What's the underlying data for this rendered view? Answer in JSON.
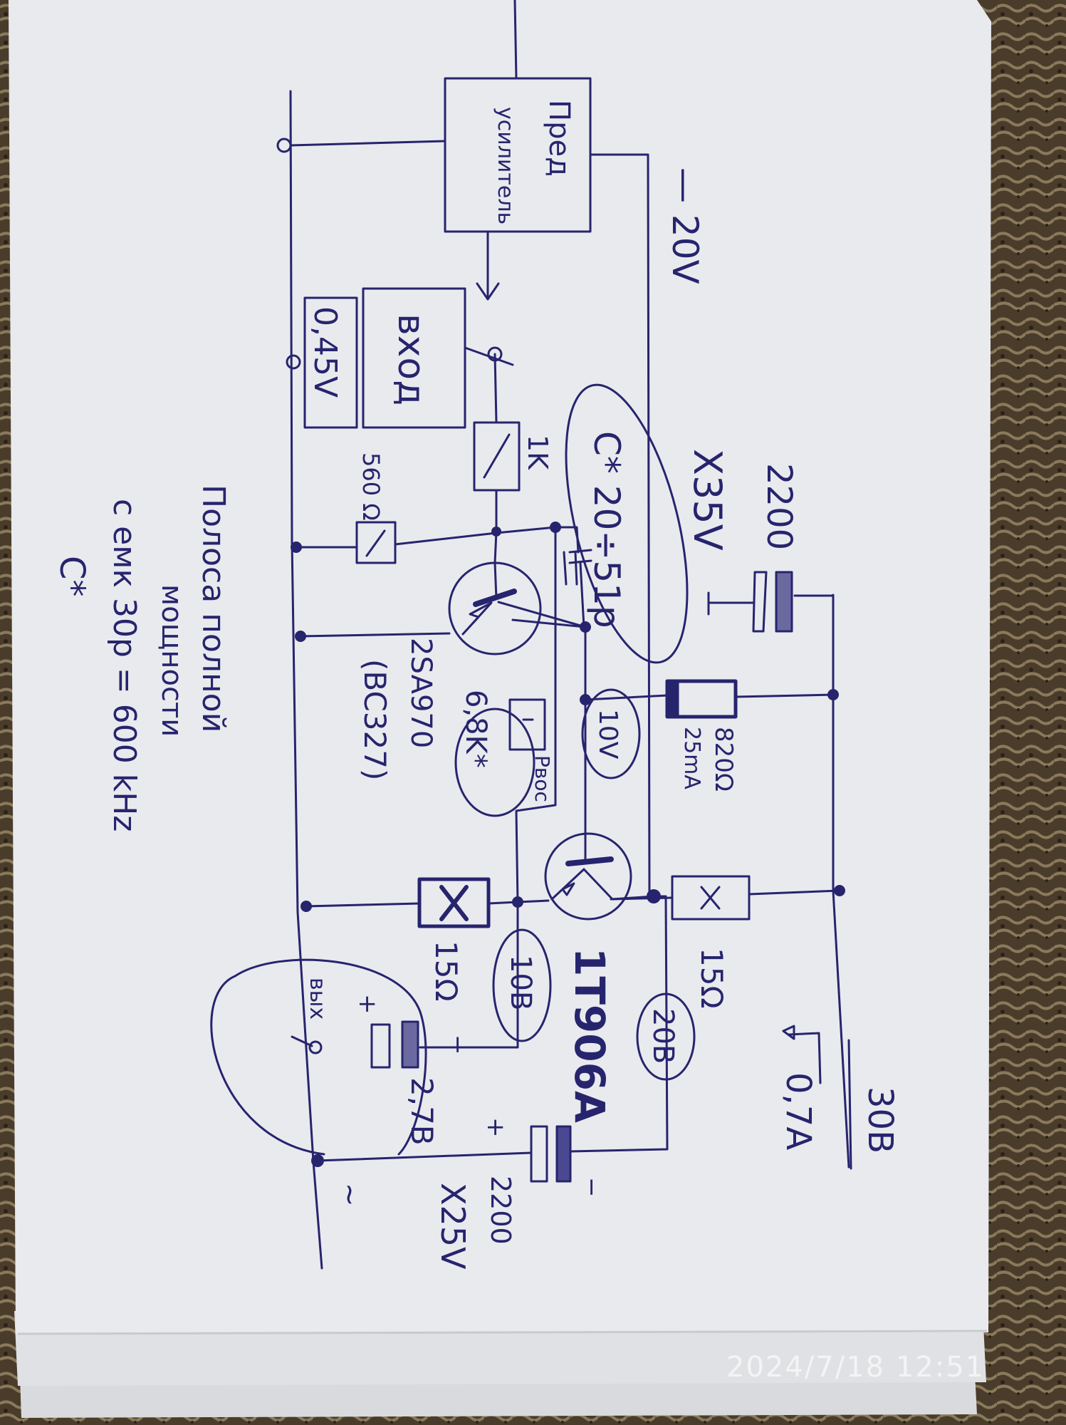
{
  "photo": {
    "timestamp": "2024/7/18  12:51",
    "ink_color": "#27246e",
    "paper_color": "#e9eaee"
  },
  "blocks": {
    "preamp_line1": "Пред",
    "preamp_line2": "усилитель",
    "input_label": "вход",
    "input_voltage": "0,45V"
  },
  "labels": {
    "supply_neg": "— 20V",
    "r_input": "1K",
    "r_bias": "560 Ω",
    "c_star": "C* 20÷51p",
    "cap_top_value": "2200",
    "cap_top_voltage": "X35V",
    "q1_name": "2SA970",
    "q1_alt": "(BC327)",
    "r_feedback": "6,8K*",
    "r_feedback_name": "Pвос",
    "v_q1_collector": "10V",
    "r_collector": "820Ω",
    "i_collector": "25mA",
    "r_emitter_left": "15Ω",
    "v_mid_left": "10В",
    "q2_name": "1T906A",
    "r_emitter_right": "15Ω",
    "v_mid_right": "20В",
    "current": "0,7A",
    "supply_pos": "30В",
    "output_label": "вых",
    "output_voltage": "2,7В",
    "plus_1": "+",
    "minus_1": "−",
    "plus_2": "+",
    "minus_2": "−",
    "cap_bottom_value": "2200",
    "cap_bottom_voltage": "X25V",
    "ac_mark": "~"
  },
  "note": {
    "line1": "Полоса полной",
    "line2": "мощности",
    "line3": "с емк 30р = 600 kHz",
    "line4": "C*"
  }
}
